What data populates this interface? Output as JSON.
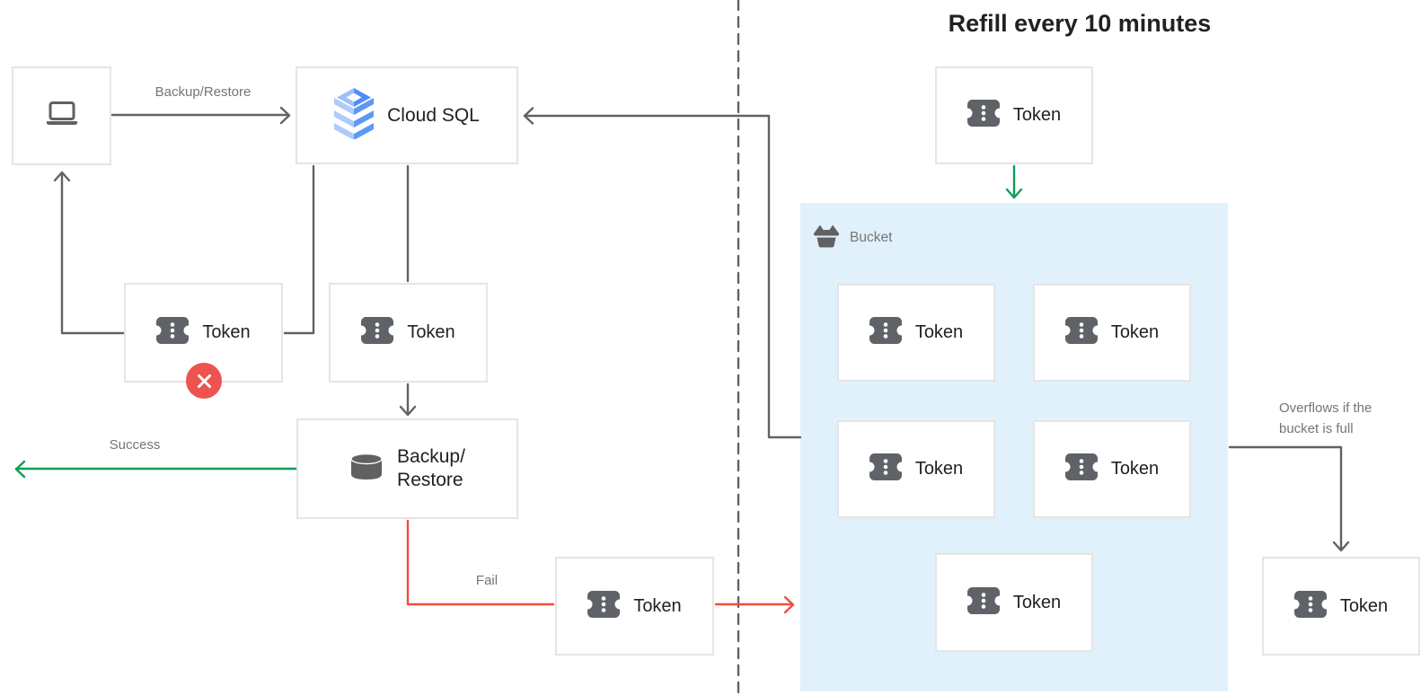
{
  "title": "Refill every 10 minutes",
  "nodes": {
    "cloud_sql": "Cloud SQL",
    "token": "Token",
    "bucket": "Bucket",
    "backup_restore_line1": "Backup/",
    "backup_restore_line2": "Restore"
  },
  "edges": {
    "backup_restore": "Backup/Restore",
    "success": "Success",
    "fail": "Fail",
    "overflow_line1": "Overflows if the",
    "overflow_line2": "bucket is full"
  },
  "icons": {
    "client": "laptop-icon",
    "cloud_sql": "cloud-sql-icon",
    "token": "token-ticket-icon",
    "bucket": "bucket-icon",
    "backup_restore": "database-icon",
    "denied": "x-circle-icon"
  },
  "colors": {
    "success_green": "#0f9d58",
    "fail_red": "#f44b3e",
    "badge_red": "#ef5350",
    "connector_gray": "#5f6368",
    "bucket_fill": "#e1f1fb",
    "box_border": "#e5e5e5",
    "muted_text": "#757575",
    "dark_text": "#202124",
    "cloud_sql_blue": "#4e8df7",
    "cloud_sql_light_blue": "#aecbfa"
  }
}
